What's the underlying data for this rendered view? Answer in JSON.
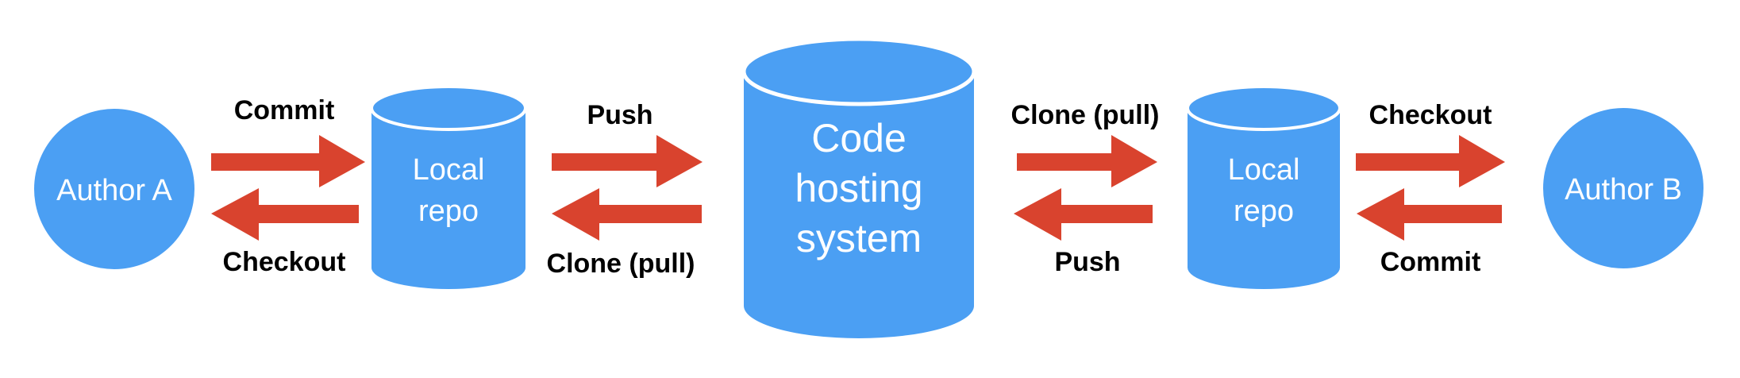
{
  "colors": {
    "node_fill": "#4b9ff3",
    "node_rim": "#ffffff",
    "arrow": "#d9432e",
    "node_text": "#ffffff",
    "edge_text": "#000000"
  },
  "nodes": {
    "author_a": {
      "label": "Author A"
    },
    "local_repo_a": {
      "label_lines": [
        "Local",
        "repo"
      ]
    },
    "code_host": {
      "label_lines": [
        "Code",
        "hosting",
        "system"
      ]
    },
    "local_repo_b": {
      "label_lines": [
        "Local",
        "repo"
      ]
    },
    "author_b": {
      "label": "Author B"
    }
  },
  "edges": {
    "a_commit": {
      "label": "Commit"
    },
    "a_checkout": {
      "label": "Checkout"
    },
    "a_push": {
      "label": "Push"
    },
    "a_clone": {
      "label": "Clone (pull)"
    },
    "b_clone": {
      "label": "Clone (pull)"
    },
    "b_push": {
      "label": "Push"
    },
    "b_checkout": {
      "label": "Checkout"
    },
    "b_commit": {
      "label": "Commit"
    }
  }
}
